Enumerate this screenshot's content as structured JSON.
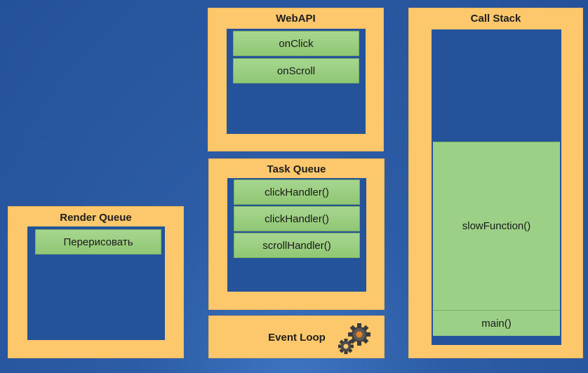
{
  "webapi": {
    "title": "WebAPI",
    "items": [
      "onClick",
      "onScroll"
    ]
  },
  "task_queue": {
    "title": "Task Queue",
    "items": [
      "clickHandler()",
      "clickHandler()",
      "scrollHandler()"
    ]
  },
  "render_queue": {
    "title": "Render Queue",
    "items": [
      "Перерисовать"
    ]
  },
  "call_stack": {
    "title": "Call Stack",
    "frames": [
      "slowFunction()",
      "main()"
    ]
  },
  "event_loop": {
    "label": "Event Loop",
    "icon": "gears-icon"
  },
  "colors": {
    "background": "#24529b",
    "panel": "#fdc86b",
    "item": "#9dd087"
  }
}
